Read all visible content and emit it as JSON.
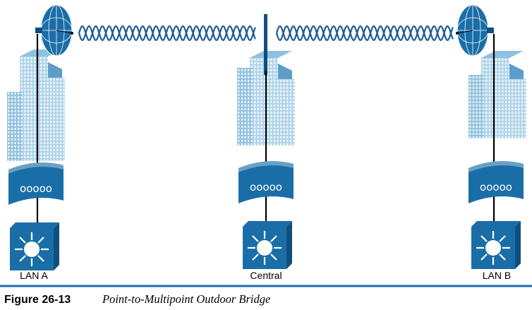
{
  "colors": {
    "building_light": "#aed3ea",
    "building_mid": "#8fc0df",
    "building_dark": "#5c9ec9",
    "device_blue": "#1a6ea8",
    "device_dark": "#0f4f80",
    "wave": "#1f5d93",
    "caption_rule": "#1a6ea8"
  },
  "sites": [
    {
      "id": "lan-a",
      "label": "LAN A",
      "antenna": "dish-left"
    },
    {
      "id": "central",
      "label": "Central",
      "antenna": "omni-mast"
    },
    {
      "id": "lan-b",
      "label": "LAN B",
      "antenna": "dish-right"
    }
  ],
  "icons": {
    "building": "office-building-icon",
    "bridge": "wireless-bridge-icon",
    "switch": "multilayer-switch-icon",
    "dish": "dish-antenna-icon",
    "mast": "omni-antenna-icon"
  },
  "caption": {
    "number": "Figure 26-13",
    "title": "Point-to-Multipoint Outdoor Bridge"
  }
}
